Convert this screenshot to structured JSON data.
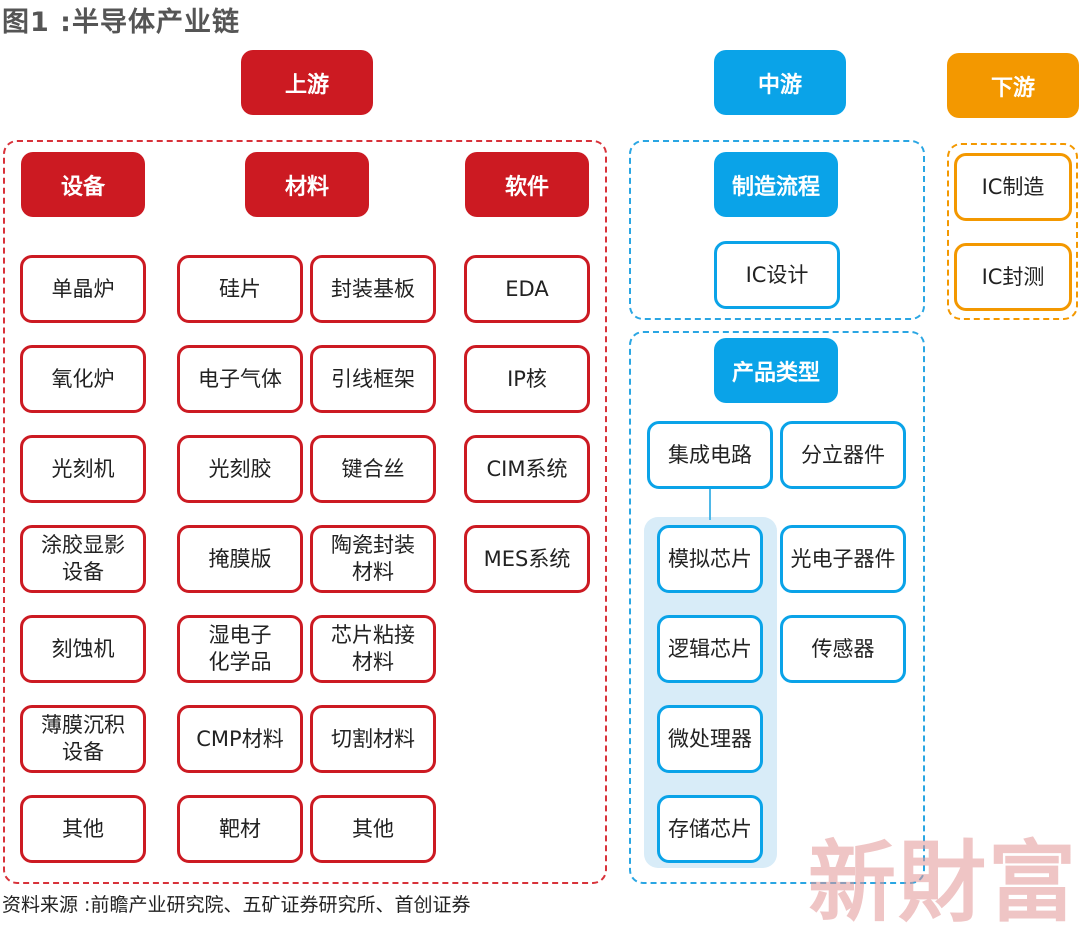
{
  "title": "图1 :半导体产业链",
  "source": "资料来源 :前瞻产业研究院、五矿证券研究所、首创证券",
  "watermark": "新財富",
  "colors": {
    "upstream": "#cc1a22",
    "midstream": "#0aa3e8",
    "downstream": "#f39800"
  },
  "upstream": {
    "label": "上游",
    "equipment": {
      "label": "设备",
      "items": [
        "单晶炉",
        "氧化炉",
        "光刻机",
        "涂胶显影\n设备",
        "刻蚀机",
        "薄膜沉积\n设备",
        "其他"
      ]
    },
    "materials": {
      "label": "材料",
      "col1": [
        "硅片",
        "电子气体",
        "光刻胶",
        "掩膜版",
        "湿电子\n化学品",
        "CMP材料",
        "靶材"
      ],
      "col2": [
        "封装基板",
        "引线框架",
        "键合丝",
        "陶瓷封装\n材料",
        "芯片粘接\n材料",
        "切割材料",
        "其他"
      ]
    },
    "software": {
      "label": "软件",
      "items": [
        "EDA",
        "IP核",
        "CIM系统",
        "MES系统"
      ]
    }
  },
  "midstream": {
    "label": "中游",
    "process": {
      "label": "制造流程",
      "items": [
        "IC设计"
      ]
    },
    "product_types": {
      "label": "产品类型",
      "integrated_circuit": "集成电路",
      "discrete": "分立器件",
      "ic_items": [
        "模拟芯片",
        "逻辑芯片",
        "微处理器",
        "存储芯片"
      ],
      "discrete_items": [
        "光电子器件",
        "传感器"
      ]
    }
  },
  "downstream": {
    "label": "下游",
    "items": [
      "IC制造",
      "IC封测"
    ]
  }
}
